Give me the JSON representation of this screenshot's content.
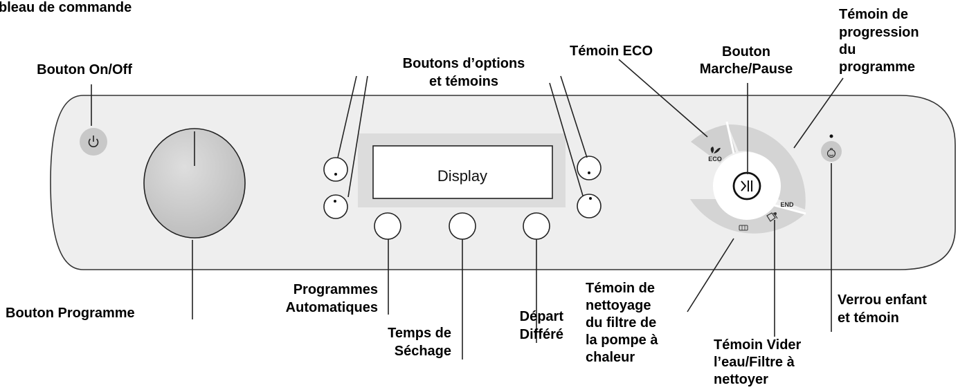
{
  "title": "bleau de commande",
  "labels": {
    "on_off": "Bouton On/Off",
    "options_1": "Boutons d’options",
    "options_2": "et témoins",
    "eco_indicator": "Témoin ECO",
    "start_pause_1": "Bouton",
    "start_pause_2": "Marche/Pause",
    "progress_1": "Témoin de",
    "progress_2": "progression",
    "progress_3": "du",
    "progress_4": "programme",
    "program_knob": "Bouton Programme",
    "auto_programs_1": "Programmes",
    "auto_programs_2": "Automatiques",
    "drying_time_1": "Temps de",
    "drying_time_2": "Séchage",
    "delayed_start_1": "Départ",
    "delayed_start_2": "Différé",
    "filter_clean_1": "Témoin de",
    "filter_clean_2": "nettoyage",
    "filter_clean_3": "du filtre de",
    "filter_clean_4": "la pompe à",
    "filter_clean_5": "chaleur",
    "water_filter_1": "Témoin Vider",
    "water_filter_2": "l’eau/Filtre à",
    "water_filter_3": "nettoyer",
    "child_lock_1": "Verrou enfant",
    "child_lock_2": "et témoin"
  },
  "panel": {
    "display_text": "Display",
    "eco_text": "ECO",
    "end_text": "END",
    "power_icon": "power-icon",
    "start_pause_icon": "play-pause-icon",
    "child_lock_icon": "baby-face-icon",
    "leaf_icon": "leaf-icon",
    "filter_icon": "heat-pump-filter-icon",
    "water_icon": "water-filter-icon"
  },
  "colors": {
    "panel_fill": "#eeeeee",
    "display_surround": "#dcdcdc",
    "ring_gray": "#cfcfcf",
    "knob_gray": "#c6c6c6"
  }
}
